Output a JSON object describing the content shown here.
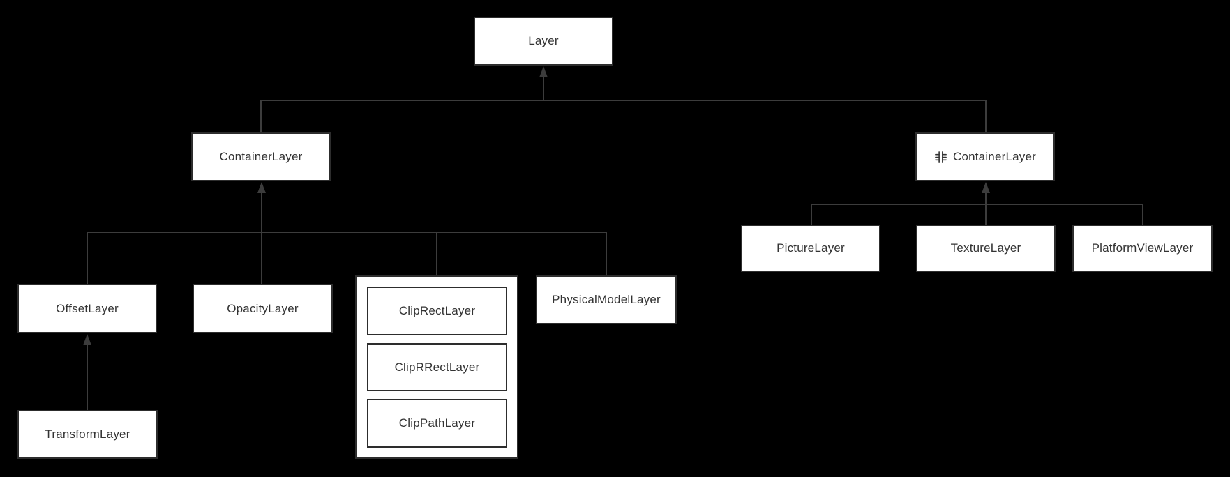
{
  "colors": {
    "background": "#000000",
    "node_fill": "#ffffff",
    "node_border": "#2d2d2d",
    "node_text": "#333333",
    "connector": "#3c3c3c"
  },
  "nodes": {
    "layer": {
      "label": "Layer"
    },
    "container_layer": {
      "label": "ContainerLayer"
    },
    "non_container_layer": {
      "symbol": "非",
      "label": "ContainerLayer",
      "full_label": "非 ContainerLayer"
    },
    "offset_layer": {
      "label": "OffsetLayer"
    },
    "opacity_layer": {
      "label": "OpacityLayer"
    },
    "clip_rect_layer": {
      "label": "ClipRectLayer"
    },
    "clip_rrect_layer": {
      "label": "ClipRRectLayer"
    },
    "clip_path_layer": {
      "label": "ClipPathLayer"
    },
    "physical_model_layer": {
      "label": "PhysicalModelLayer"
    },
    "picture_layer": {
      "label": "PictureLayer"
    },
    "texture_layer": {
      "label": "TextureLayer"
    },
    "platform_view_layer": {
      "label": "PlatformViewLayer"
    },
    "transform_layer": {
      "label": "TransformLayer"
    }
  },
  "edges": [
    {
      "from": "ContainerLayer",
      "to": "Layer"
    },
    {
      "from": "非 ContainerLayer",
      "to": "Layer"
    },
    {
      "from": "OffsetLayer",
      "to": "ContainerLayer"
    },
    {
      "from": "OpacityLayer",
      "to": "ContainerLayer"
    },
    {
      "from": "ClipRectLayer, ClipRRectLayer, ClipPathLayer (group)",
      "to": "ContainerLayer"
    },
    {
      "from": "PhysicalModelLayer",
      "to": "ContainerLayer"
    },
    {
      "from": "TransformLayer",
      "to": "OffsetLayer"
    },
    {
      "from": "PictureLayer",
      "to": "非 ContainerLayer"
    },
    {
      "from": "TextureLayer",
      "to": "非 ContainerLayer"
    },
    {
      "from": "PlatformViewLayer",
      "to": "非 ContainerLayer"
    }
  ]
}
